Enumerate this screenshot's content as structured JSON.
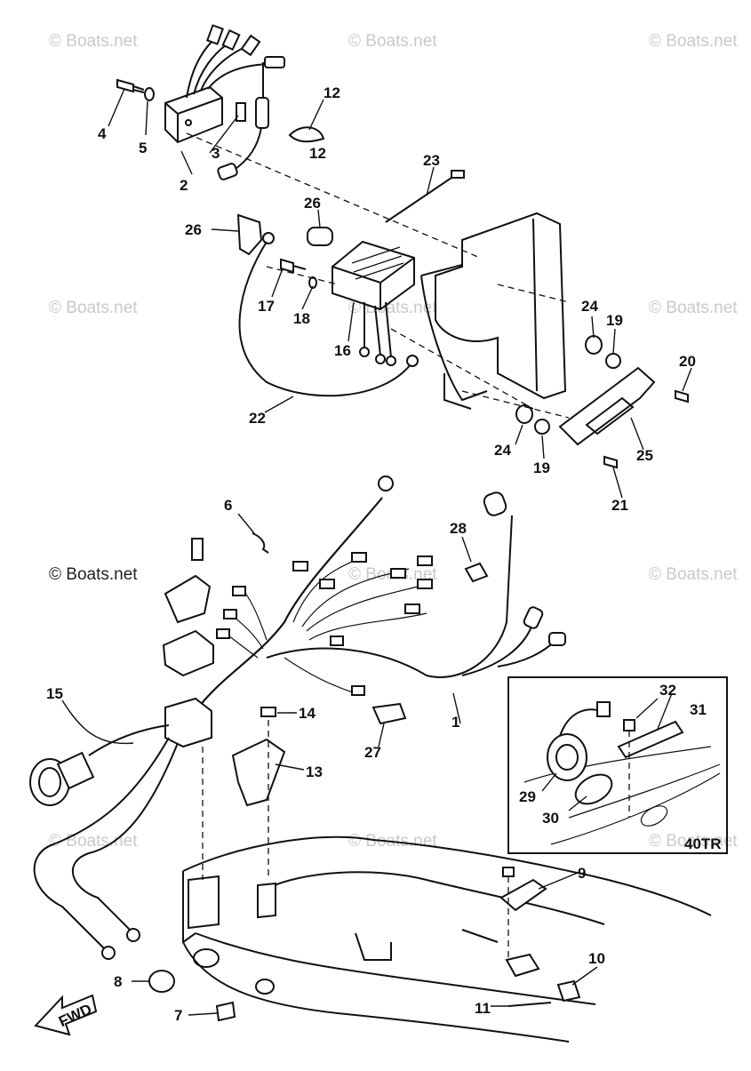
{
  "watermark": {
    "text": "© Boats.net"
  },
  "inset": {
    "label": "40TR"
  },
  "direction_arrow": {
    "label": "FWD"
  },
  "callouts": {
    "c1": "1",
    "c2": "2",
    "c3": "3",
    "c4": "4",
    "c5": "5",
    "c6": "6",
    "c7": "7",
    "c8": "8",
    "c9": "9",
    "c10": "10",
    "c11": "11",
    "c12": "12",
    "c12b": "12",
    "c13": "13",
    "c14": "14",
    "c15": "15",
    "c16": "16",
    "c17": "17",
    "c18": "18",
    "c19a": "19",
    "c19b": "19",
    "c20": "20",
    "c21": "21",
    "c22": "22",
    "c23": "23",
    "c24a": "24",
    "c24b": "24",
    "c25": "25",
    "c26a": "26",
    "c26b": "26",
    "c27": "27",
    "c28": "28",
    "c29": "29",
    "c30": "30",
    "c31": "31",
    "c32": "32"
  }
}
